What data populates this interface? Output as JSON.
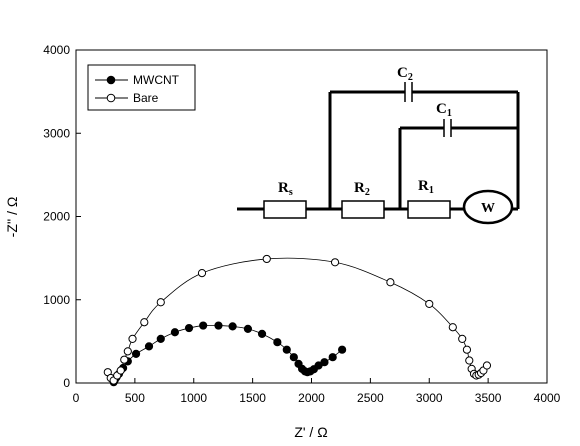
{
  "chart_data": {
    "type": "scatter",
    "xlabel": "Z' / Ω",
    "ylabel": "-Z'' / Ω",
    "xlim": [
      0,
      4000
    ],
    "ylim": [
      0,
      4000
    ],
    "xticks": [
      "0",
      "500",
      "1000",
      "1500",
      "2000",
      "2500",
      "3000",
      "3500",
      "4000"
    ],
    "yticks": [
      "0",
      "1000",
      "2000",
      "3000",
      "4000"
    ],
    "legend_position": "top-left",
    "series": [
      {
        "name": "MWCNT",
        "marker": "filled-circle",
        "x": [
          320,
          330,
          345,
          365,
          400,
          440,
          510,
          620,
          720,
          840,
          960,
          1080,
          1210,
          1330,
          1460,
          1580,
          1710,
          1790,
          1850,
          1890,
          1920,
          1945,
          1965,
          1990,
          2020,
          2060,
          2110,
          2180,
          2260
        ],
        "y": [
          10,
          40,
          70,
          110,
          180,
          260,
          350,
          440,
          530,
          610,
          660,
          690,
          690,
          680,
          650,
          590,
          490,
          400,
          310,
          230,
          170,
          140,
          130,
          140,
          165,
          210,
          250,
          310,
          400
        ]
      },
      {
        "name": "Bare",
        "marker": "open-circle",
        "x": [
          270,
          295,
          320,
          350,
          380,
          410,
          440,
          480,
          580,
          720,
          1070,
          1620,
          2200,
          2670,
          3000,
          3200,
          3280,
          3320,
          3340,
          3360,
          3380,
          3400,
          3420,
          3440,
          3460,
          3490
        ],
        "y": [
          130,
          60,
          30,
          90,
          150,
          280,
          380,
          530,
          730,
          970,
          1320,
          1490,
          1450,
          1210,
          950,
          670,
          530,
          400,
          270,
          170,
          110,
          90,
          100,
          120,
          150,
          210
        ]
      }
    ],
    "fit_lines": true
  },
  "circuit": {
    "labels": {
      "rs": {
        "main": "R",
        "sub": "s"
      },
      "r2": {
        "main": "R",
        "sub": "2"
      },
      "r1": {
        "main": "R",
        "sub": "1"
      },
      "c2": {
        "main": "C",
        "sub": "2"
      },
      "c1": {
        "main": "C",
        "sub": "1"
      },
      "w": "W"
    }
  }
}
